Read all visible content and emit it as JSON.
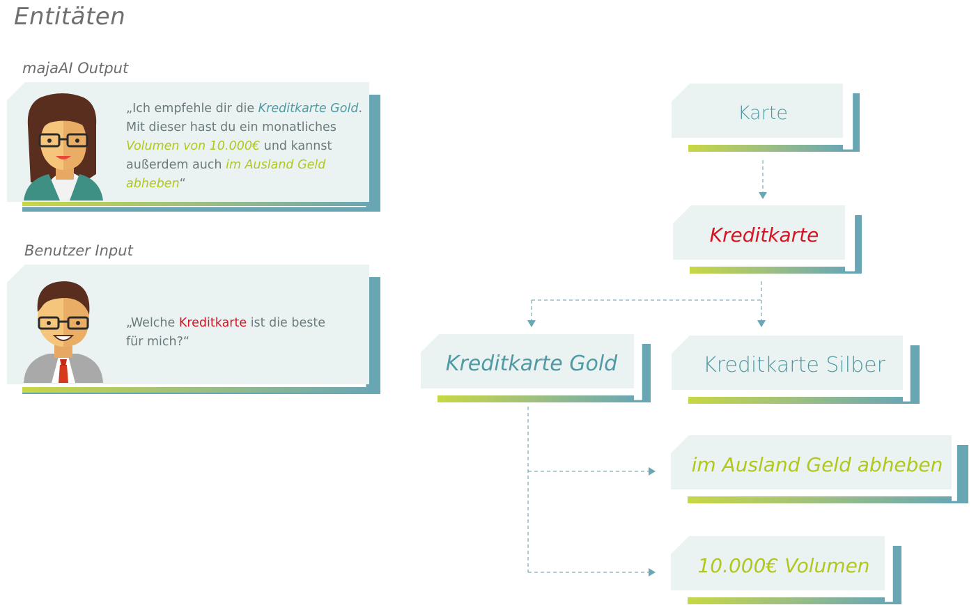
{
  "page_title": "Entitäten",
  "output_label": "majaAI Output",
  "input_label": "Benutzer Input",
  "output_speech": {
    "l1a": "„Ich empfehle dir die ",
    "l1b": "Kreditkarte Gold",
    "l1c": ".",
    "l2": "Mit dieser hast du ein monatliches",
    "l3a": "Volumen von 10.000€",
    "l3b": " und kannst",
    "l4a": "außerdem auch ",
    "l4b": "im Ausland Geld",
    "l5a": "abheben",
    "l5b": "“"
  },
  "input_speech": {
    "l1a": "„Welche ",
    "l1b": "Kreditkarte",
    "l1c": " ist die beste",
    "l2": "für mich?“"
  },
  "nodes": {
    "karte": "Karte",
    "kreditkarte": "Kreditkarte",
    "gold": "Kreditkarte Gold",
    "silber": "Kreditkarte Silber",
    "ausland": "im Ausland Geld abheben",
    "volumen": "10.000€ Volumen"
  },
  "colors": {
    "teal": "#4f9aa4",
    "red": "#d71422",
    "lime": "#b1c71b",
    "frame": "#68a6b4",
    "card_fill": "#eaf3f2"
  }
}
